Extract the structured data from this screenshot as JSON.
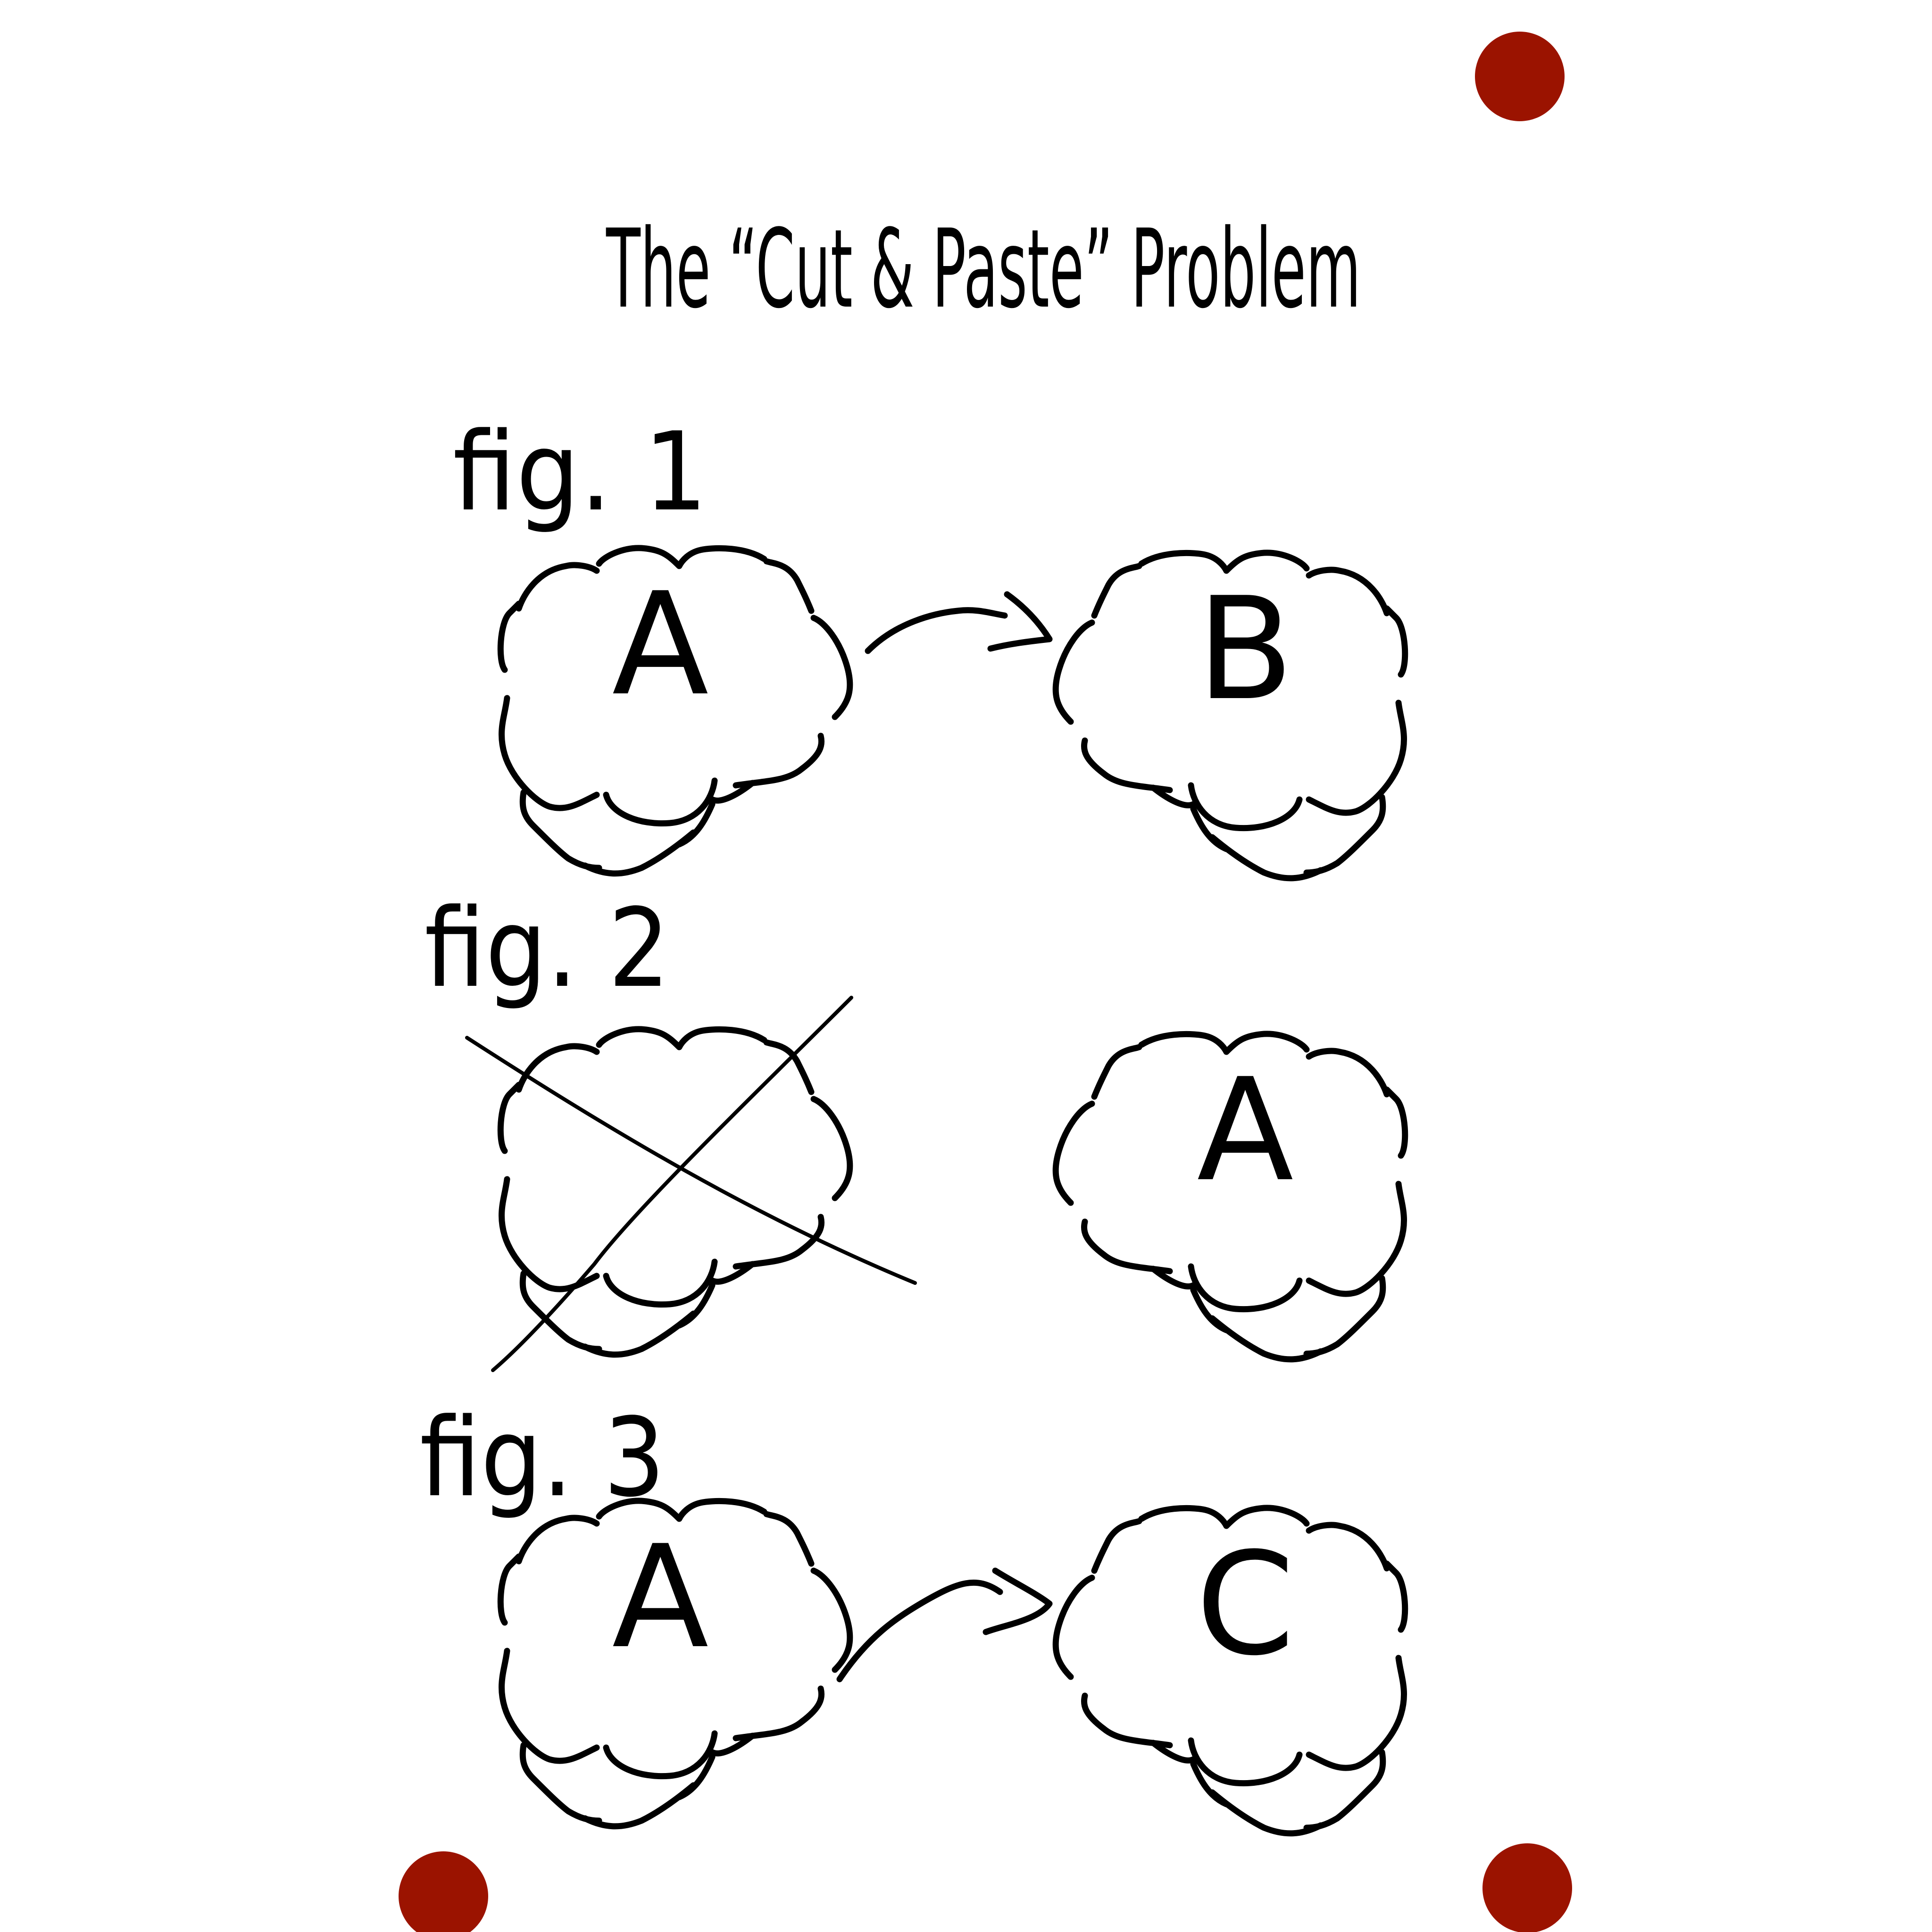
{
  "title": "The “Cut & Paste” Problem",
  "figures": [
    {
      "label": "fig. 1",
      "left_cloud": "A",
      "right_cloud": "B",
      "arrow": true,
      "left_crossed_out": false
    },
    {
      "label": "fig. 2",
      "left_cloud": "",
      "right_cloud": "A",
      "arrow": false,
      "left_crossed_out": true
    },
    {
      "label": "fig. 3",
      "left_cloud": "A",
      "right_cloud": "C",
      "arrow": true,
      "left_crossed_out": false
    }
  ],
  "colors": {
    "ink": "#000000",
    "pin": "#9b1300",
    "background": "#ffffff"
  },
  "decorations": {
    "corner_pins": 3
  }
}
